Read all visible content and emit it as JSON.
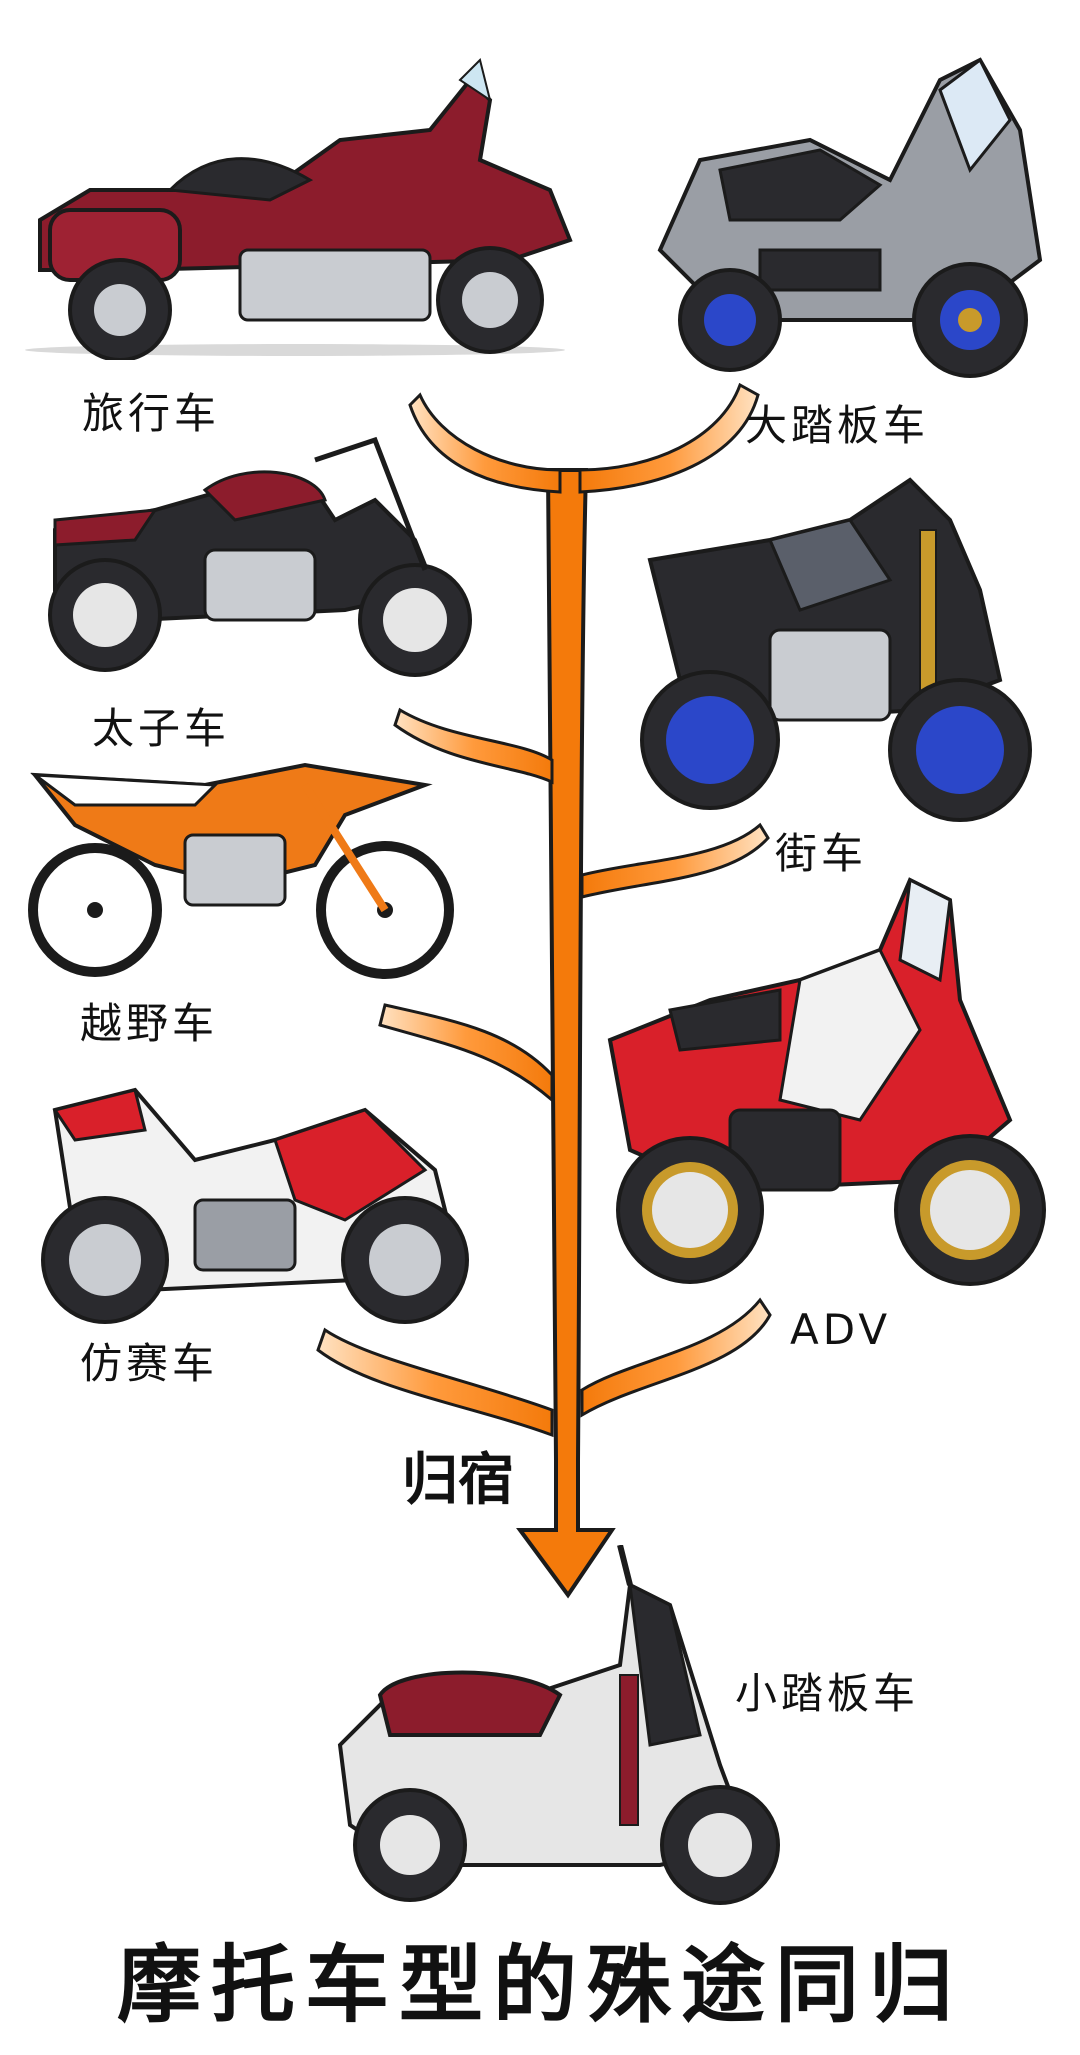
{
  "labels": {
    "touring": "旅行车",
    "maxi_scooter": "大踏板车",
    "cruiser": "太子车",
    "naked": "街车",
    "dirt": "越野车",
    "adv": "ADV",
    "sport": "仿赛车",
    "small_scooter": "小踏板车",
    "trunk": "归宿"
  },
  "title": "摩托车型的殊途同归",
  "colors": {
    "branch": "#f47a0b",
    "branch_light": "#ffb36a",
    "outline": "#1b1b1b",
    "wine": "#8c1c2c",
    "red": "#d9202a",
    "orange": "#ef7a17",
    "blue": "#2b47c9",
    "gold": "#c89a2b",
    "grey": "#9a9ea5",
    "dark": "#2a2a2e"
  },
  "bikes": [
    {
      "name": "touring-bike-illustration",
      "kind": "touring"
    },
    {
      "name": "maxi-scooter-illustration",
      "kind": "maxi_scooter"
    },
    {
      "name": "cruiser-bike-illustration",
      "kind": "cruiser"
    },
    {
      "name": "naked-bike-illustration",
      "kind": "naked"
    },
    {
      "name": "dirt-bike-illustration",
      "kind": "dirt"
    },
    {
      "name": "adv-bike-illustration",
      "kind": "adv"
    },
    {
      "name": "sport-bike-illustration",
      "kind": "sport"
    },
    {
      "name": "small-scooter-illustration",
      "kind": "small_scooter"
    }
  ]
}
